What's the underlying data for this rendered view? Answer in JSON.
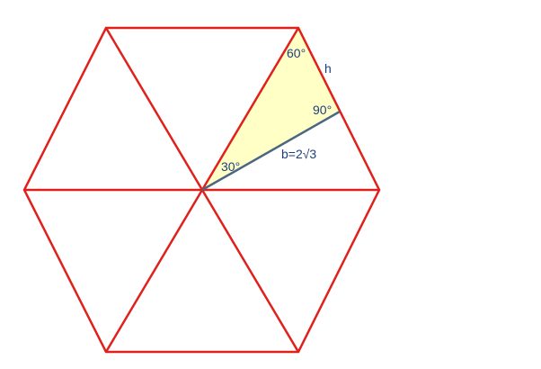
{
  "labels": {
    "angle_top": "60°",
    "angle_right": "90°",
    "angle_center": "30°",
    "side_h": "h",
    "side_b": "b=2√3"
  },
  "colors": {
    "hexagon_stroke": "#e0201b",
    "highlight_fill": "#ffffc6",
    "altitude_stroke": "#4a6683",
    "label_text": "#1f3f7a",
    "background": "#ffffff"
  }
}
